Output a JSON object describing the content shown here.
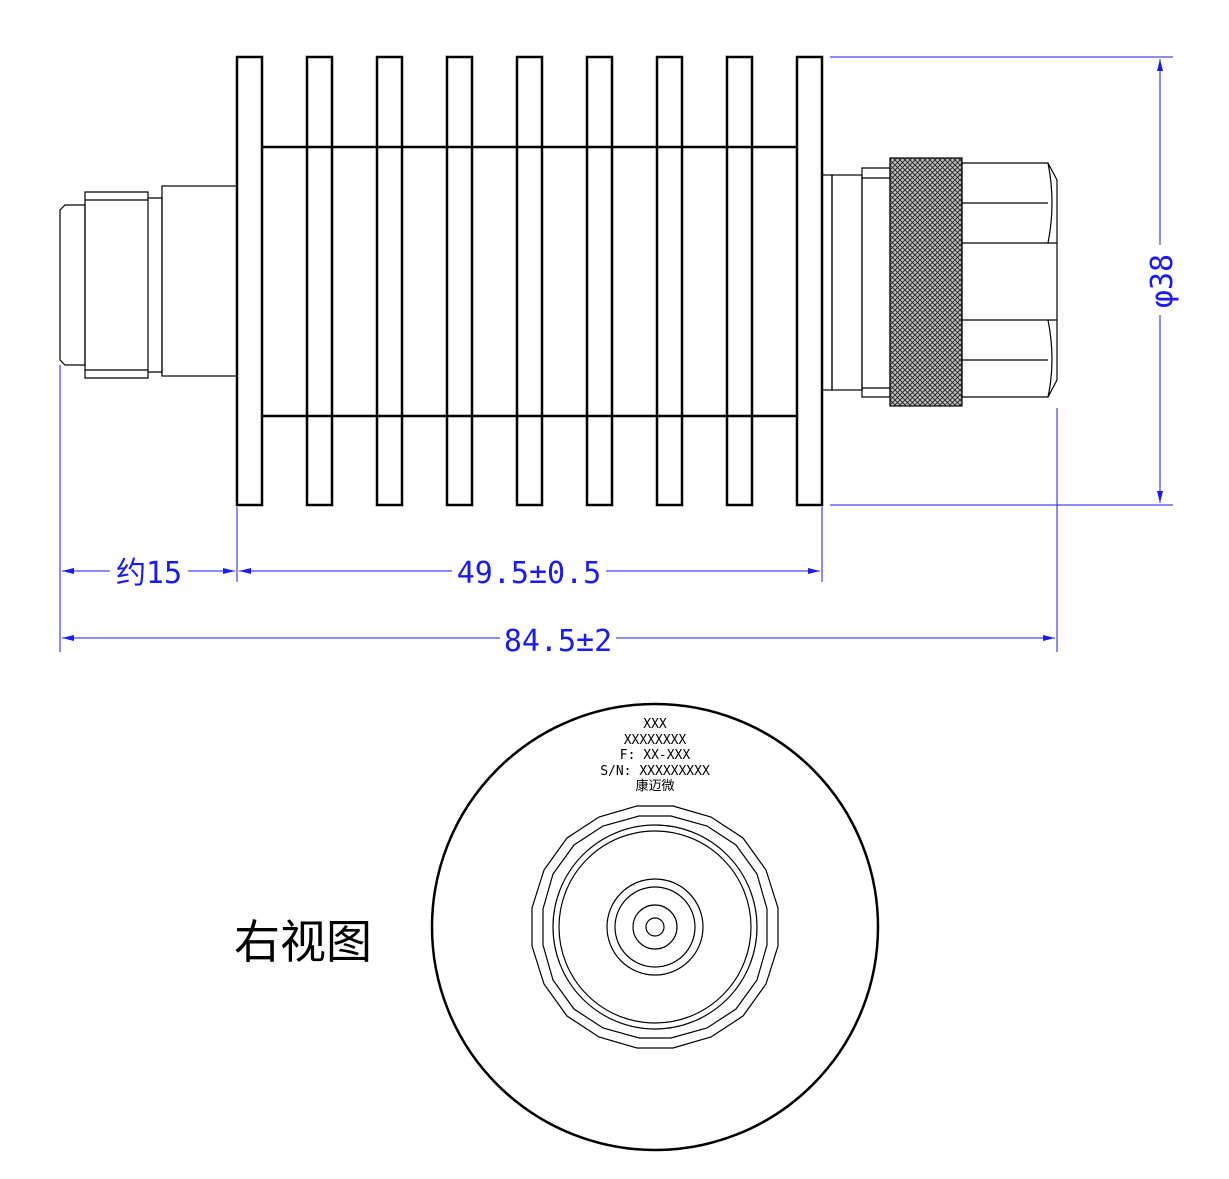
{
  "dimensions": {
    "approx_length": "约15",
    "body_length": "49.5±0.5",
    "total_length": "84.5±2",
    "diameter": "φ38"
  },
  "right_view_label": "右视图",
  "marking": {
    "line1": "XXX",
    "line2": "XXXXXXXX",
    "line3": "F: XX-XXX",
    "line4": "S/N: XXXXXXXXX",
    "line5": "康迈微"
  },
  "colors": {
    "outline": "#000000",
    "dimension": "#1a1aff",
    "knurl": "#333333"
  }
}
